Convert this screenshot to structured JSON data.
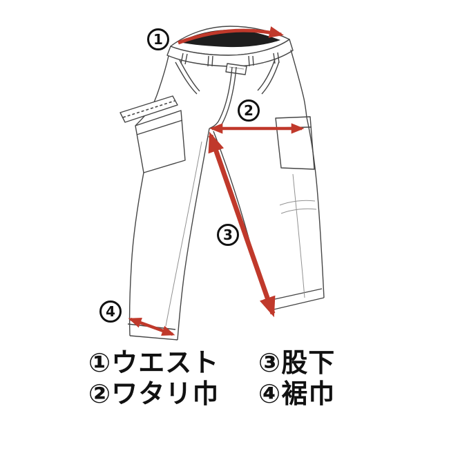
{
  "colors": {
    "arrow_red": "#c0392b",
    "line_dark": "#454545",
    "line_light": "#919191",
    "band_dark": "#1e1e1e",
    "text_black": "#111111"
  },
  "markers": [
    {
      "num": "1"
    },
    {
      "num": "2"
    },
    {
      "num": "3"
    },
    {
      "num": "4"
    }
  ],
  "legend": {
    "items": [
      {
        "symbol": "①",
        "label": "ウエスト"
      },
      {
        "symbol": "③",
        "label": "股下"
      },
      {
        "symbol": "②",
        "label": "ワタリ巾"
      },
      {
        "symbol": "④",
        "label": "裾巾"
      }
    ]
  }
}
